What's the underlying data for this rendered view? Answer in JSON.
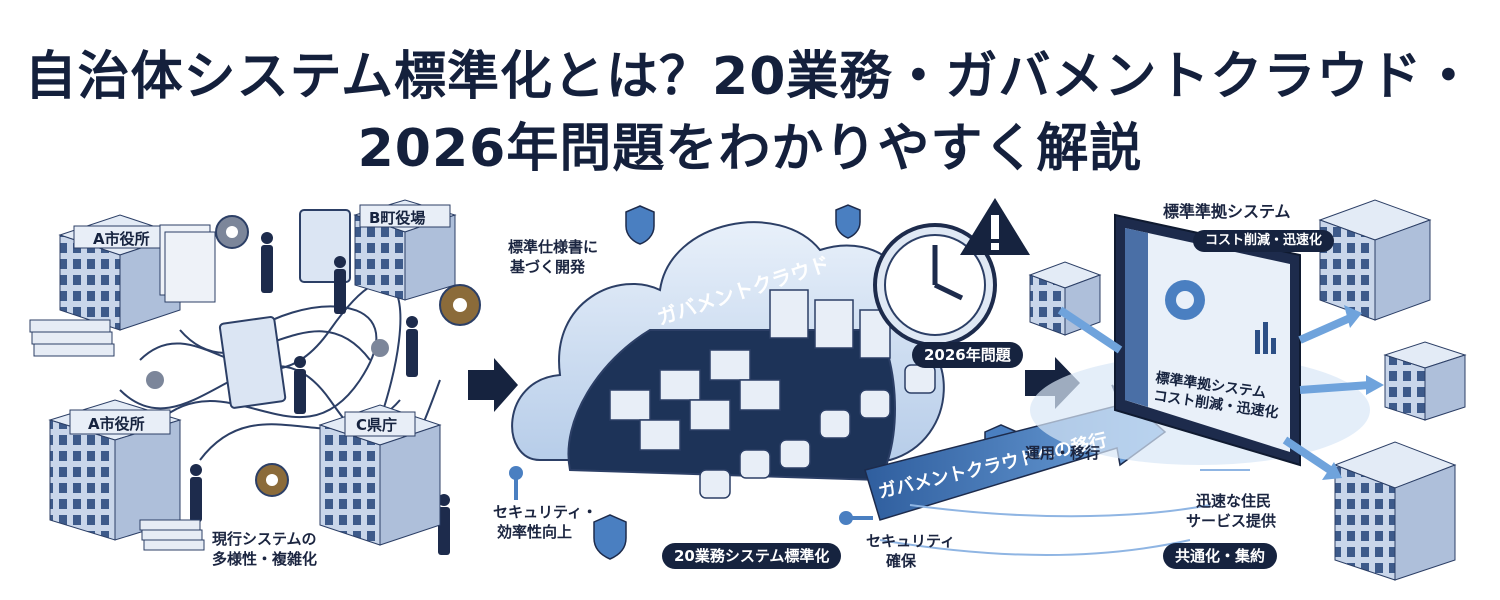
{
  "title": {
    "line1": "自治体システム標準化とは？20業務・ガバメントクラウド・",
    "line2": "2026年問題をわかりやすく解説"
  },
  "left": {
    "building_a_top": "A市役所",
    "building_b": "B町役場",
    "building_a_bottom": "A市役所",
    "building_c": "C県庁",
    "caption": [
      "現行システムの",
      "多様性・複雑化"
    ]
  },
  "middle": {
    "cloud_label": "ガバメントクラウド",
    "spec_note": [
      "標準仕様書に",
      "基づく開発"
    ],
    "security_efficiency": [
      "セキュリティ・",
      "効率性向上"
    ],
    "pill_20": "20業務システム標準化",
    "security_ensure": [
      "セキュリティ",
      "確保"
    ],
    "pill_2026": "2026年問題",
    "operation_migration": "運用・移行",
    "arrow_text": "ガバメントクラウドへの移行"
  },
  "right": {
    "title": "標準準拠システム",
    "pill_cost": "コスト削減・迅速化",
    "screen_text": [
      "標準準拠システム",
      "コスト削減・迅速化"
    ],
    "service_note": [
      "迅速な住民",
      "サービス提供"
    ],
    "pill_common": "共通化・集約"
  },
  "colors": {
    "navy": "#16233f",
    "blue": "#4a7fc1",
    "light_blue": "#cfe0f3",
    "building": "#c9d6ea",
    "window": "#3d5a8a"
  }
}
